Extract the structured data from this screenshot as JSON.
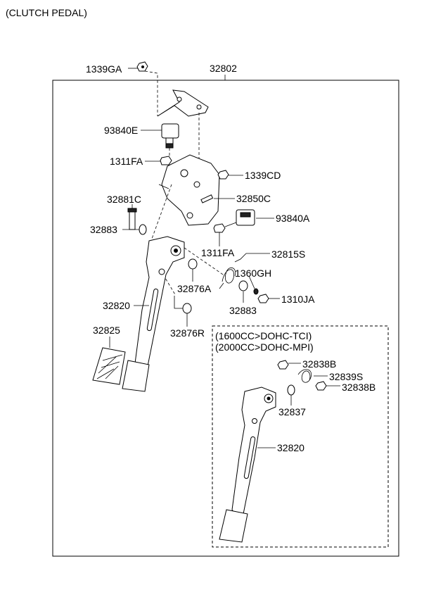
{
  "title": "(CLUTCH PEDAL)",
  "variant_notes": [
    "(1600CC>DOHC-TCI)",
    "(2000CC>DOHC-MPI)"
  ],
  "parts": {
    "p1339GA": "1339GA",
    "p32802": "32802",
    "p93840E": "93840E",
    "p1311FA_top": "1311FA",
    "p1339CD": "1339CD",
    "p32850C": "32850C",
    "p32881C": "32881C",
    "p93840A": "93840A",
    "p32883_left": "32883",
    "p1311FA_mid": "1311FA",
    "p32815S": "32815S",
    "p1360GH": "1360GH",
    "p32876A": "32876A",
    "p32883_right": "32883",
    "p1310JA": "1310JA",
    "p32820_left": "32820",
    "p32825": "32825",
    "p32876R": "32876R",
    "p32838B_top": "32838B",
    "p32839S": "32839S",
    "p32838B_right": "32838B",
    "p32837": "32837",
    "p32820_right": "32820"
  }
}
